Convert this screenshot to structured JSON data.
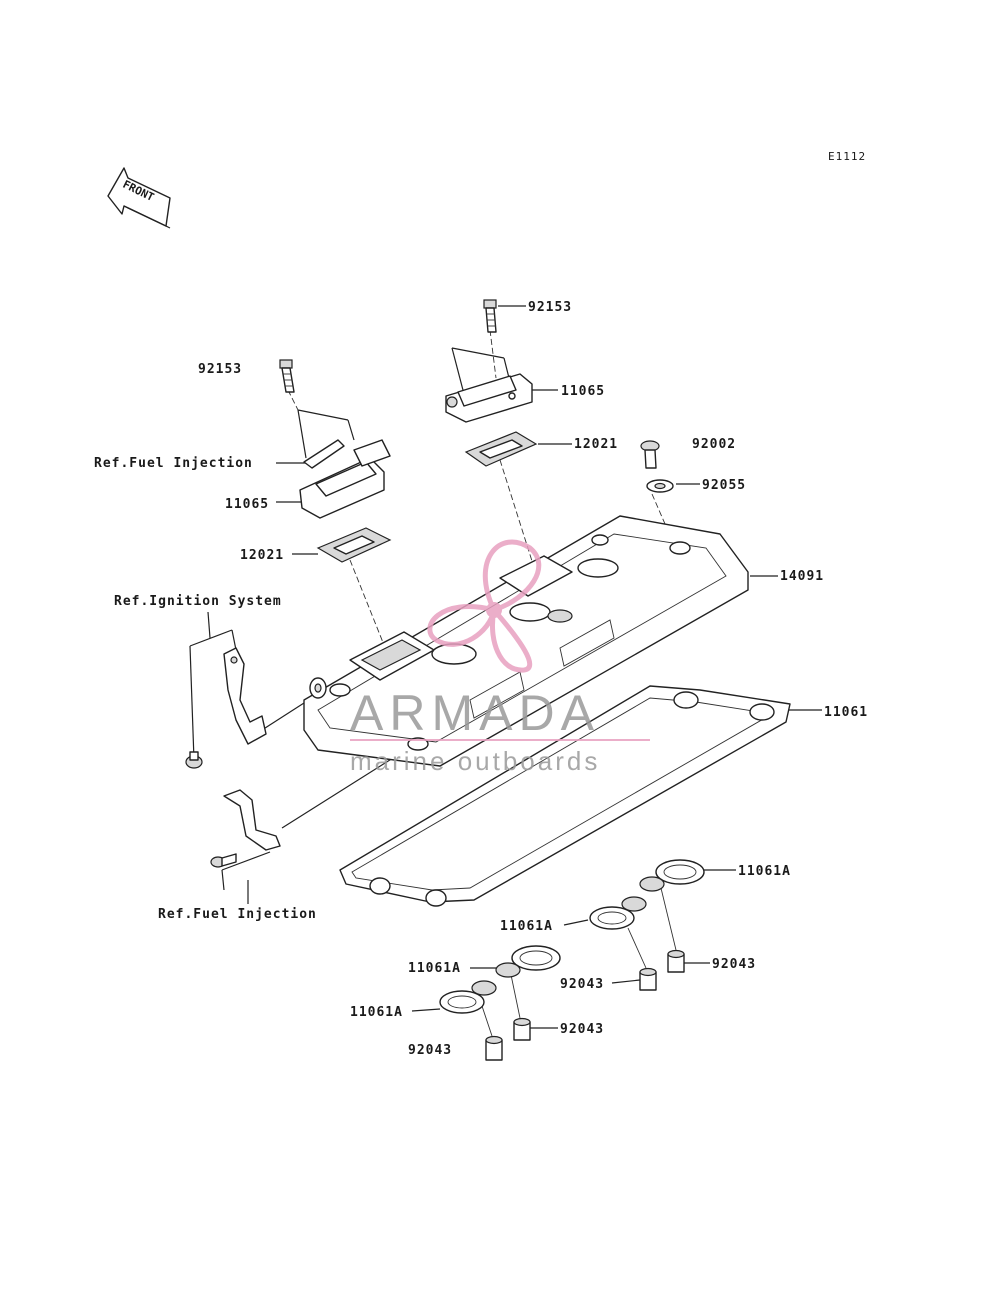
{
  "diagram": {
    "code": "E1112",
    "front_label": "FRONT"
  },
  "labels": {
    "p92153_top": "92153",
    "p92153_left": "92153",
    "p11065_top": "11065",
    "p11065_left": "11065",
    "p12021_top": "12021",
    "p12021_left": "12021",
    "p92002": "92002",
    "p92055": "92055",
    "p14091": "14091",
    "p11061": "11061",
    "p11061A_1": "11061A",
    "p11061A_2": "11061A",
    "p11061A_3": "11061A",
    "p11061A_4": "11061A",
    "p92043_1": "92043",
    "p92043_2": "92043",
    "p92043_3": "92043",
    "p92043_4": "92043",
    "ref_fuel_top": "Ref.Fuel Injection",
    "ref_fuel_bottom": "Ref.Fuel Injection",
    "ref_ignition": "Ref.Ignition System"
  },
  "watermark": {
    "brand": "ARMADA",
    "tagline": "marine outboards",
    "logo_color": "#e8a0c0",
    "text_color": "#9a9a9a"
  }
}
